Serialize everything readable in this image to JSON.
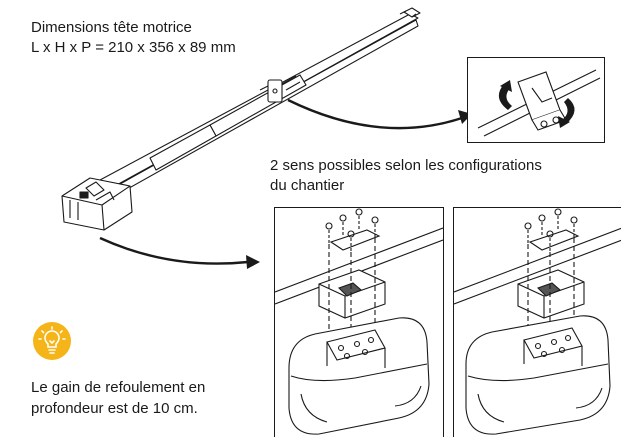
{
  "dimensions": {
    "title": "Dimensions tête motrice",
    "formula": "L x H x P = 210 x 356 x 89 mm"
  },
  "configurations": {
    "line1": "2 sens possibles selon les configurations",
    "line2": "du chantier"
  },
  "tip": {
    "icon": "lightbulb-icon",
    "line1": "Le gain de refoulement en",
    "line2": "profondeur est de 10 cm.",
    "accent_color": "#f5b417"
  }
}
